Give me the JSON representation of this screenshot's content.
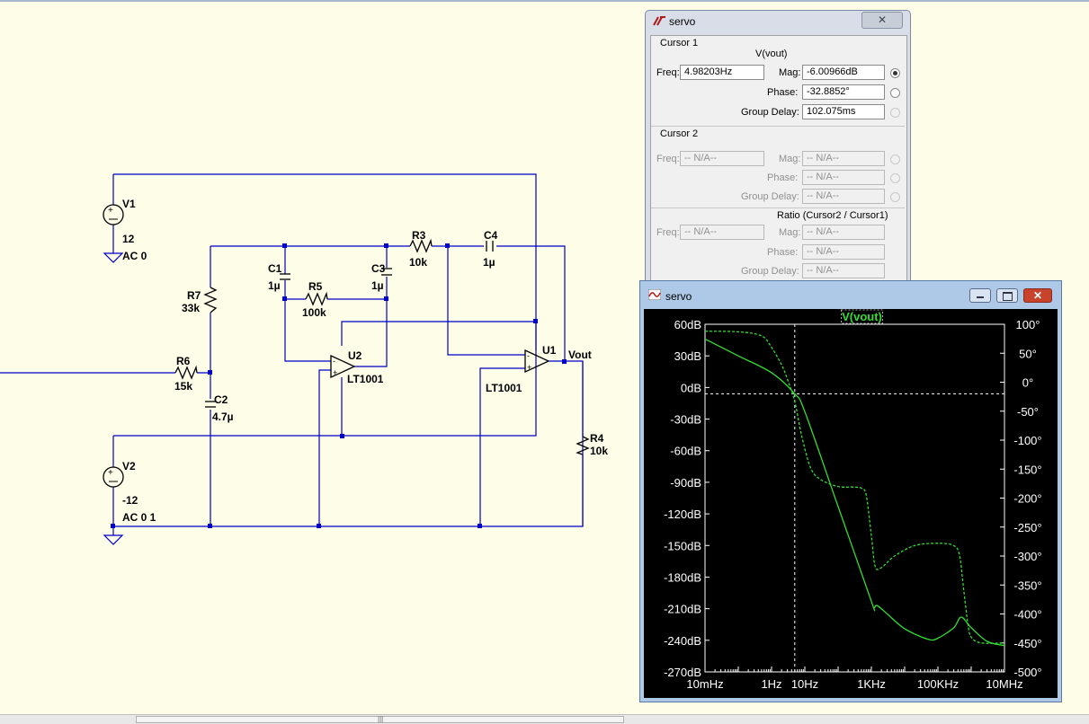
{
  "schematic": {
    "V1": {
      "name": "V1",
      "value": "12",
      "ac": "AC 0"
    },
    "V2": {
      "name": "V2",
      "value": "-12",
      "ac": "AC 0 1"
    },
    "R7": {
      "name": "R7",
      "value": "33k"
    },
    "R6": {
      "name": "R6",
      "value": "15k"
    },
    "C2": {
      "name": "C2",
      "value": "4.7µ"
    },
    "C1": {
      "name": "C1",
      "value": "1µ"
    },
    "R5": {
      "name": "R5",
      "value": "100k"
    },
    "C3": {
      "name": "C3",
      "value": "1µ"
    },
    "R3": {
      "name": "R3",
      "value": "10k"
    },
    "C4": {
      "name": "C4",
      "value": "1µ"
    },
    "U2": {
      "name": "U2",
      "part": "LT1001"
    },
    "U1": {
      "name": "U1",
      "part": "LT1001"
    },
    "R4": {
      "name": "R4",
      "value": "10k"
    },
    "net_vout": "Vout"
  },
  "cursor_window": {
    "title": "servo",
    "close": "✕",
    "cursor1": {
      "title": "Cursor 1",
      "trace": "V(vout)",
      "freq_label": "Freq:",
      "freq": "4.98203Hz",
      "mag_label": "Mag:",
      "mag": "-6.00966dB",
      "phase_label": "Phase:",
      "phase": "-32.8852°",
      "gd_label": "Group Delay:",
      "gd": "102.075ms"
    },
    "cursor2": {
      "title": "Cursor 2",
      "freq_label": "Freq:",
      "freq": "-- N/A--",
      "mag_label": "Mag:",
      "mag": "-- N/A--",
      "phase_label": "Phase:",
      "phase": "-- N/A--",
      "gd_label": "Group Delay:",
      "gd": "-- N/A--"
    },
    "ratio": {
      "title": "Ratio (Cursor2 / Cursor1)",
      "freq_label": "Freq:",
      "freq": "-- N/A--",
      "mag_label": "Mag:",
      "mag": "-- N/A--",
      "phase_label": "Phase:",
      "phase": "-- N/A--",
      "gd_label": "Group Delay:",
      "gd": "-- N/A--"
    }
  },
  "plot_window": {
    "title": "servo",
    "close": "✕"
  },
  "chart_data": {
    "type": "line",
    "trace_label": "V(vout)",
    "xscale": "log",
    "xlim_hz": [
      0.01,
      10000000
    ],
    "x_ticks": [
      "10mHz",
      "1Hz",
      "10Hz",
      "1KHz",
      "100KHz",
      "10MHz"
    ],
    "x_tick_values_hz": [
      0.01,
      1,
      10,
      1000,
      100000,
      10000000
    ],
    "ylim_left_db": [
      -270,
      60
    ],
    "y_ticks_left": [
      "60dB",
      "30dB",
      "0dB",
      "-30dB",
      "-60dB",
      "-90dB",
      "-120dB",
      "-150dB",
      "-180dB",
      "-210dB",
      "-240dB",
      "-270dB"
    ],
    "y_tick_values_left": [
      60,
      30,
      0,
      -30,
      -60,
      -90,
      -120,
      -150,
      -180,
      -210,
      -240,
      -270
    ],
    "ylim_right_deg": [
      -500,
      100
    ],
    "y_ticks_right": [
      "100°",
      "50°",
      "0°",
      "-50°",
      "-100°",
      "-150°",
      "-200°",
      "-250°",
      "-300°",
      "-350°",
      "-400°",
      "-450°",
      "-500°"
    ],
    "y_tick_values_right": [
      100,
      50,
      0,
      -50,
      -100,
      -150,
      -200,
      -250,
      -300,
      -350,
      -400,
      -450,
      -500
    ],
    "cursor": {
      "freq_hz": 4.98203,
      "mag_db": -6.00966
    },
    "color": "#33dd33",
    "series": [
      {
        "name": "V(vout)",
        "kind": "magnitude",
        "axis": "left",
        "style": "solid",
        "x": [
          0.01,
          0.1,
          1,
          4.98,
          10,
          100,
          1000,
          1200,
          1500,
          3000,
          10000,
          50000,
          100000,
          300000,
          500000,
          1000000,
          3000000,
          10000000
        ],
        "y": [
          46,
          30,
          14,
          -6,
          -23,
          -113,
          -203,
          -209,
          -207,
          -215,
          -229,
          -239,
          -238,
          -228,
          -218,
          -228,
          -241,
          -245
        ]
      },
      {
        "name": "V(vout)",
        "kind": "phase",
        "axis": "right",
        "style": "dashed",
        "x": [
          0.01,
          0.1,
          0.5,
          1,
          2,
          3,
          4.98,
          8,
          15,
          30,
          100,
          300,
          500,
          700,
          1000,
          1300,
          2000,
          5000,
          20000,
          100000,
          300000,
          450000,
          600000,
          800000,
          1000000,
          2000000,
          10000000
        ],
        "y": [
          88,
          87,
          80,
          60,
          30,
          5,
          -33,
          -92,
          -148,
          -168,
          -180,
          -181,
          -183,
          -195,
          -265,
          -318,
          -320,
          -300,
          -282,
          -278,
          -282,
          -300,
          -360,
          -418,
          -440,
          -450,
          -450
        ]
      }
    ]
  }
}
